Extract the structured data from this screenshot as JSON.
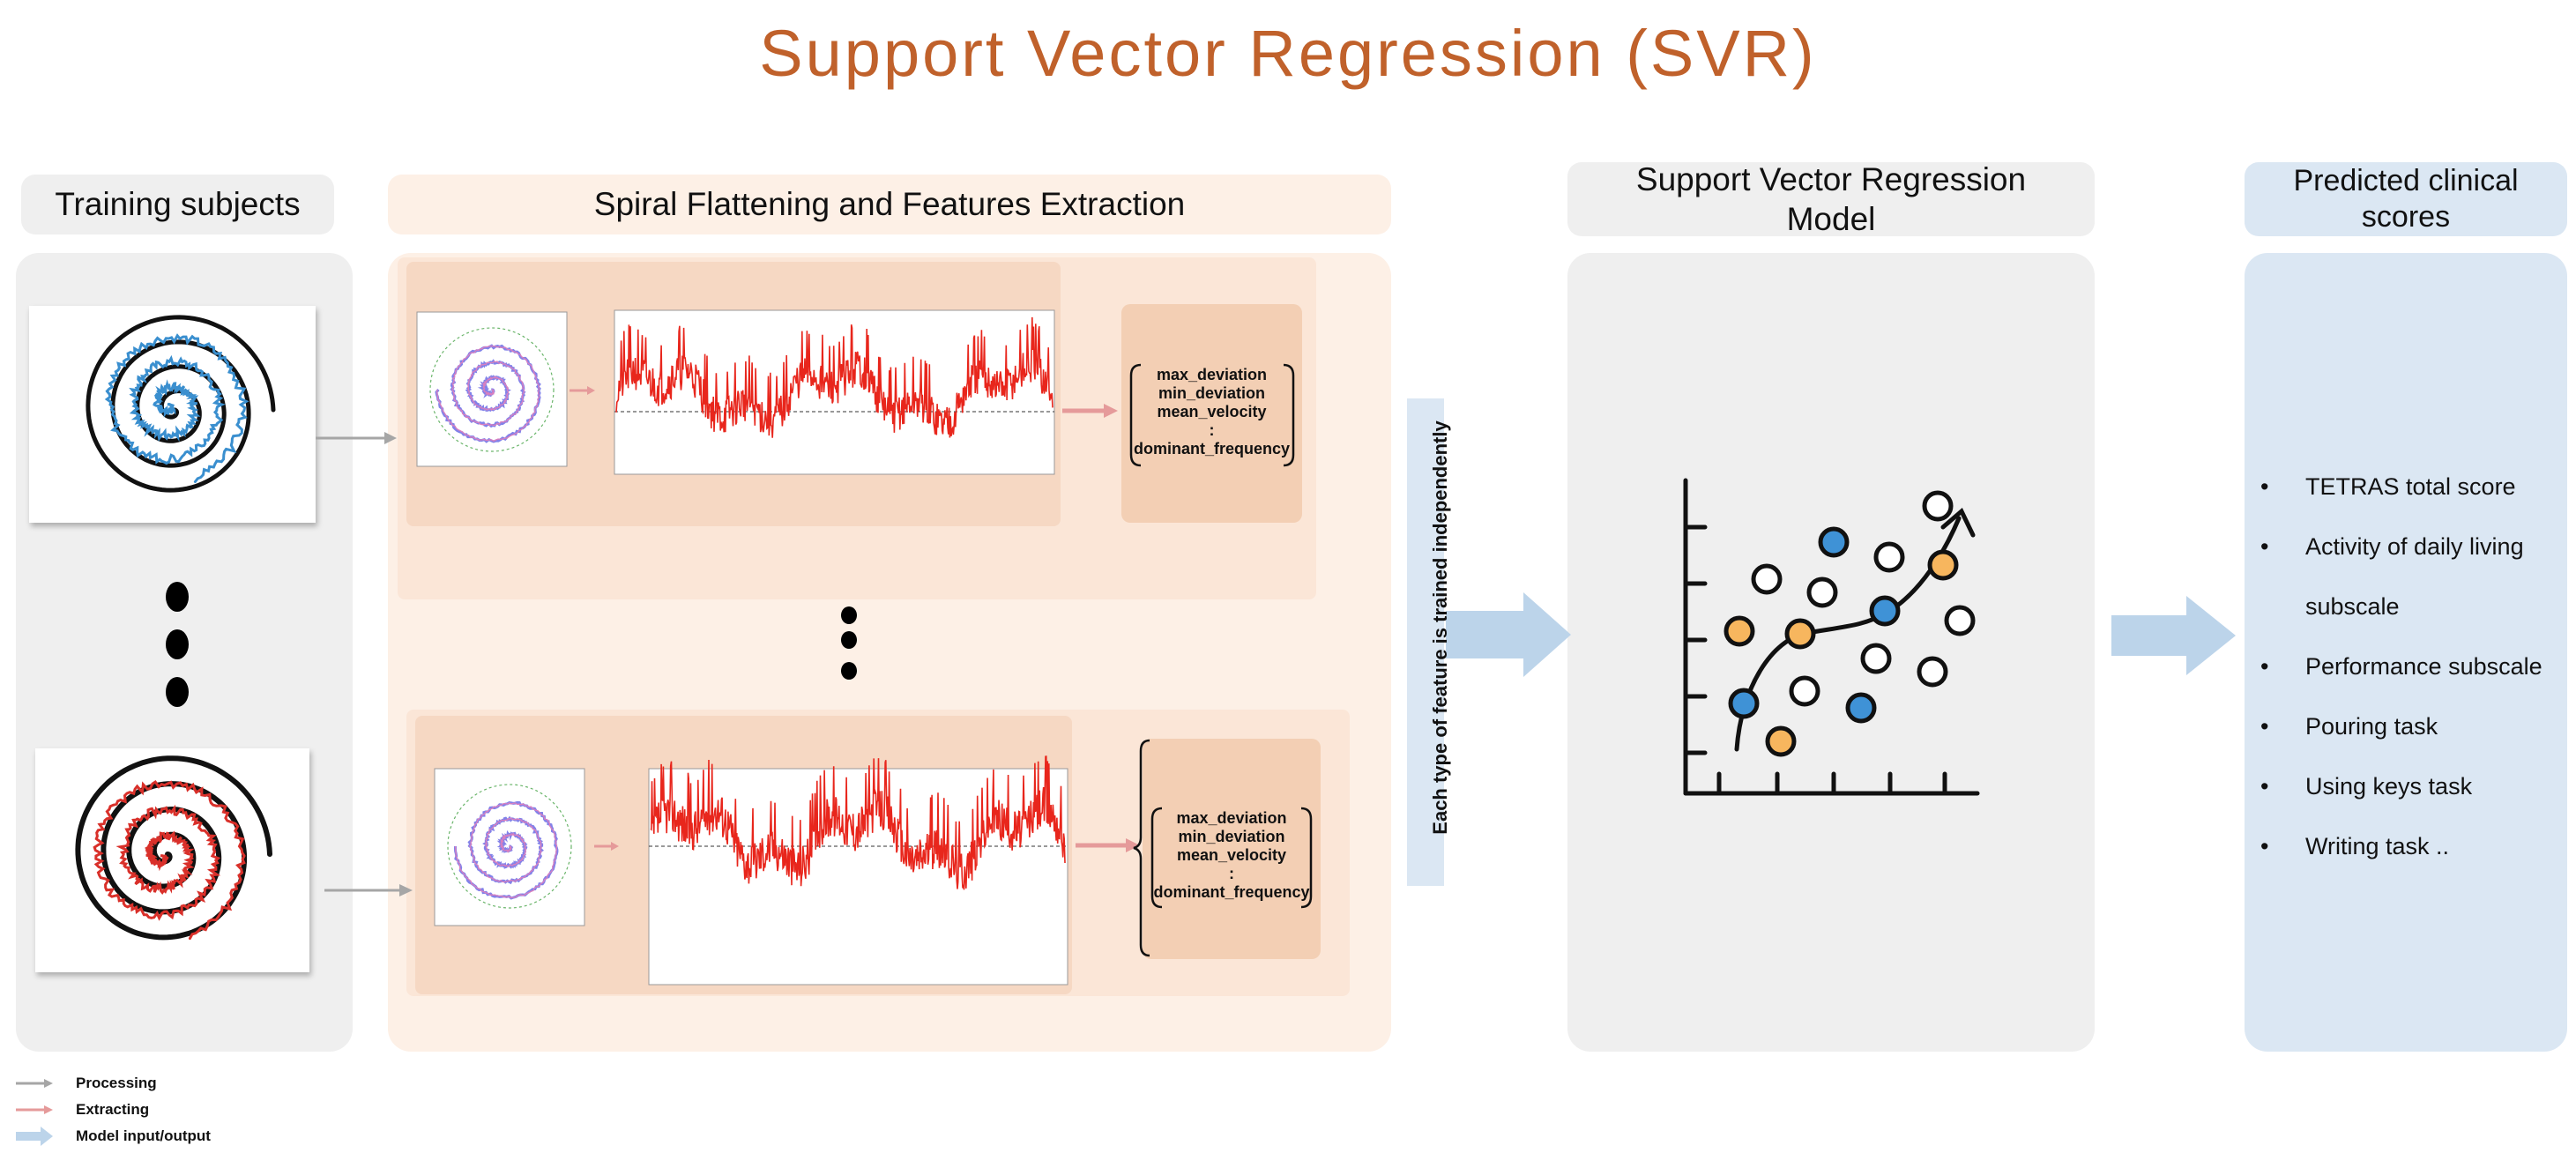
{
  "title": "Support Vector Regression (SVR)",
  "headers": {
    "training": "Training subjects",
    "extraction": "Spiral Flattening and Features Extraction",
    "model": "Support Vector Regression Model",
    "predicted": "Predicted clinical scores"
  },
  "vertical_label": "Each type of feature is trained independently",
  "features": [
    "max_deviation",
    "min_deviation",
    "mean_velocity",
    ":",
    "dominant_frequency"
  ],
  "outputs": [
    "TETRAS total score",
    "Activity of daily living",
    "subscale",
    "Performance subscale",
    "Pouring task",
    "Using keys task",
    "Writing task .."
  ],
  "legend": {
    "processing": "Processing",
    "extracting": "Extracting",
    "model_io": "Model input/output"
  },
  "colors": {
    "title": "#c0612b",
    "panel_grey": "#efefef",
    "panel_peach": "#fdf0e6",
    "panel_blue": "#dbe7f3",
    "feature_box": "#f3cfb4",
    "trace_red": "#e8261c",
    "arrow_pink": "#e59a9a",
    "arrow_grey": "#a6a6a6",
    "arrow_blue": "#bcd4ea",
    "dot_blue": "#3f92d6",
    "dot_orange": "#f7b65e"
  },
  "icons": [
    "spiral-drawing-icon",
    "deviation-trace-thumbnail",
    "svr-scatter-icon"
  ]
}
